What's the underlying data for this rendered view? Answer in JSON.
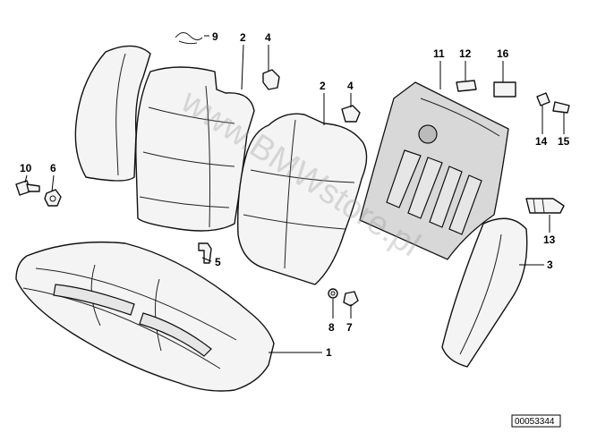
{
  "callouts": {
    "c1": "1",
    "c2a": "2",
    "c2b": "2",
    "c3": "3",
    "c4a": "4",
    "c4b": "4",
    "c5": "5",
    "c6": "6",
    "c7": "7",
    "c8": "8",
    "c9": "9",
    "c10": "10",
    "c11": "11",
    "c12": "12",
    "c13": "13",
    "c14": "14",
    "c15": "15",
    "c16": "16"
  },
  "watermark": "www.BMWstore.pl",
  "reference_number": "00053344"
}
